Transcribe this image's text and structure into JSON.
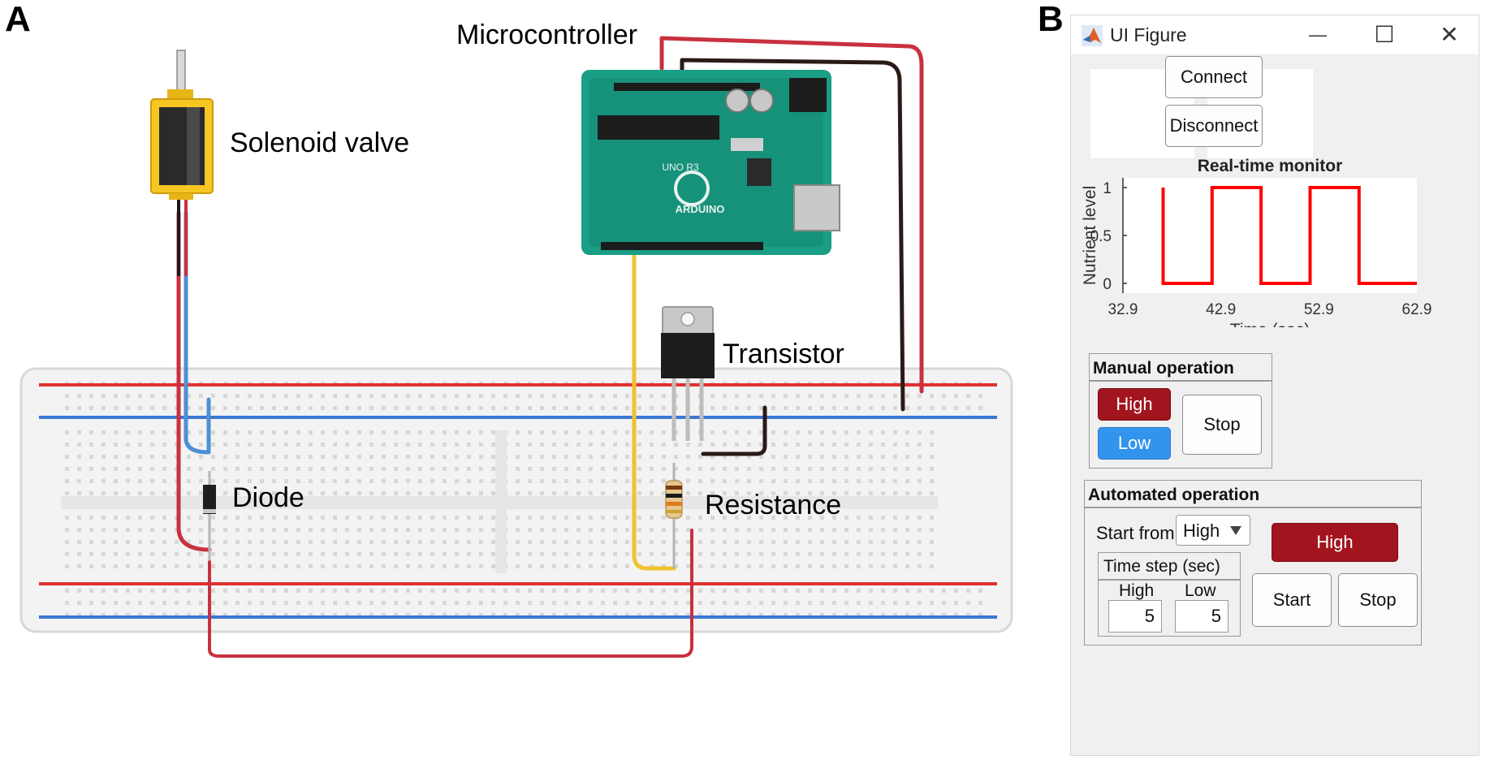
{
  "panels": {
    "a": "A",
    "b": "B"
  },
  "circuit": {
    "labels": {
      "microcontroller": "Microcontroller",
      "solenoid": "Solenoid valve",
      "transistor": "Transistor",
      "diode": "Diode",
      "resistance": "Resistance"
    },
    "board_text": {
      "brand": "ARDUINO",
      "model": "UNO R3"
    },
    "colors": {
      "wire_red": "#c8313e",
      "wire_black": "#2a1b18",
      "wire_blue": "#4d8fd6",
      "wire_yellow": "#f2c12e",
      "rail_red": "#e03030",
      "rail_blue": "#3a78d4",
      "board_green": "#1a9e86",
      "solenoid_yellow": "#f6c623"
    }
  },
  "ui": {
    "window_title": "UI Figure",
    "title_buttons": {
      "minimize": "—",
      "maximize": "☐",
      "close": "✕"
    },
    "buttons": {
      "connect": "Connect",
      "disconnect": "Disconnect"
    },
    "monitor": {
      "title": "Real-time monitor"
    },
    "manual": {
      "title": "Manual operation",
      "high": "High",
      "low": "Low",
      "stop": "Stop"
    },
    "automated": {
      "title": "Automated operation",
      "start_from_label": "Start from",
      "start_from_value": "High",
      "high_indicator": "High",
      "time_step_title": "Time step (sec)",
      "high_label": "High",
      "low_label": "Low",
      "high_value": "5",
      "low_value": "5",
      "start": "Start",
      "stop": "Stop"
    },
    "colors": {
      "high_button": "#a2141e",
      "low_button": "#3394ee",
      "signal": "#ff0000"
    }
  },
  "chart_data": {
    "type": "line",
    "title": "Real-time monitor",
    "xlabel": "Time (sec)",
    "ylabel": "Nutrient level",
    "xlim": [
      32.9,
      62.9
    ],
    "ylim": [
      0,
      1
    ],
    "xticks": [
      "32.9",
      "42.9",
      "52.9",
      "62.9"
    ],
    "yticks": [
      "0",
      "0.5",
      "1"
    ],
    "series": [
      {
        "x": [
          37.0,
          37.0,
          42.0,
          42.0,
          47.0,
          47.0,
          52.0,
          52.0,
          57.0,
          57.0,
          62.9
        ],
        "y": [
          1,
          0,
          0,
          1,
          1,
          0,
          0,
          1,
          1,
          0,
          0
        ]
      }
    ]
  }
}
